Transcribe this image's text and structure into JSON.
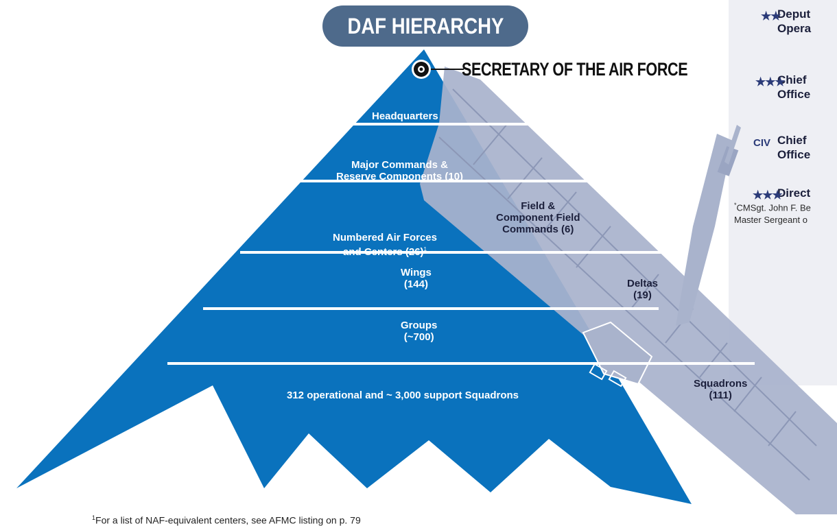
{
  "title": "DAF HIERARCHY",
  "top_label": "SECRETARY OF THE AIR FORCE",
  "pyramid_levels": [
    {
      "line1": "Headquarters",
      "line2": ""
    },
    {
      "line1": "Major Commands &",
      "line2": "Reserve Components (10)"
    },
    {
      "line1": "Numbered Air Forces",
      "line2": "and Centers (26)",
      "sup": "1"
    },
    {
      "line1": "Wings",
      "line2": "(144)"
    },
    {
      "line1": "Groups",
      "line2": "(~700)"
    },
    {
      "line1": "312 operational and ~ 3,000 support Squadrons",
      "line2": ""
    }
  ],
  "space_force_levels": [
    {
      "line1": "Field &",
      "line2": "Component Field",
      "line3": "Commands (6)"
    },
    {
      "line1": "Deltas",
      "line2": "(19)"
    },
    {
      "line1": "Squadrons",
      "line2": "(111)"
    }
  ],
  "side_panel": {
    "entries": [
      {
        "rank": "★★",
        "line1": "Deput",
        "line2": "Opera"
      },
      {
        "rank": "★★★",
        "line1": "Chief",
        "line2": "Office"
      },
      {
        "rank": "CIV",
        "line1": "Chief",
        "line2": "Office"
      },
      {
        "rank": "★★★",
        "line1": "Direct",
        "line2": ""
      }
    ],
    "note_marker": "*",
    "note_line1": "CMSgt. John F. Be",
    "note_line2": "Master Sergeant o"
  },
  "footnote": {
    "marker": "1",
    "text": "For a list of NAF-equivalent centers, see AFMC listing on p. 79"
  },
  "colors": {
    "pyramid": "#0a72bd",
    "satellite": "#a9b3cc",
    "title_pill": "#4e6a8b",
    "divider": "#ffffff"
  }
}
